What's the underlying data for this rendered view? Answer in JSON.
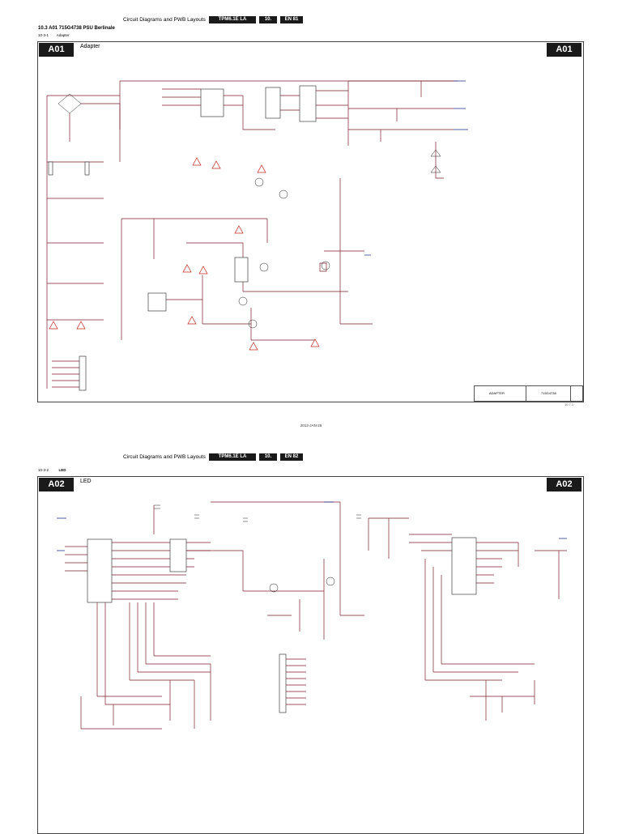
{
  "page1": {
    "header": {
      "title": "Circuit Diagrams and PWB Layouts",
      "model": "TPM6.1E LA",
      "chapter": "10.",
      "page_no": "EN 81"
    },
    "section": {
      "title": "10.3   A01 715G4738 PSU Berlinale",
      "sub_id": "10-3-1",
      "sub_label": "Adapter"
    },
    "frame": {
      "tag_left": "A01",
      "label": "Adapter",
      "tag_right": "A01"
    },
    "title_block": {
      "name": "ADAPTER",
      "part": "715G4738",
      "code": "10.7.1"
    },
    "date": "2012-JAN-25"
  },
  "page2": {
    "header": {
      "title": "Circuit Diagrams and PWB Layouts",
      "model": "TPM6.1E LA",
      "chapter": "10.",
      "page_no": "EN 82"
    },
    "section": {
      "sub_id": "10-3-2",
      "sub_label": "LED"
    },
    "frame": {
      "tag_left": "A02",
      "label": "LED",
      "tag_right": "A02"
    }
  },
  "colors": {
    "wire": "#7a1f2b",
    "signal": "#1b2a8a",
    "warning": "#c0271c",
    "tag_bg": "#1a1a1a"
  }
}
